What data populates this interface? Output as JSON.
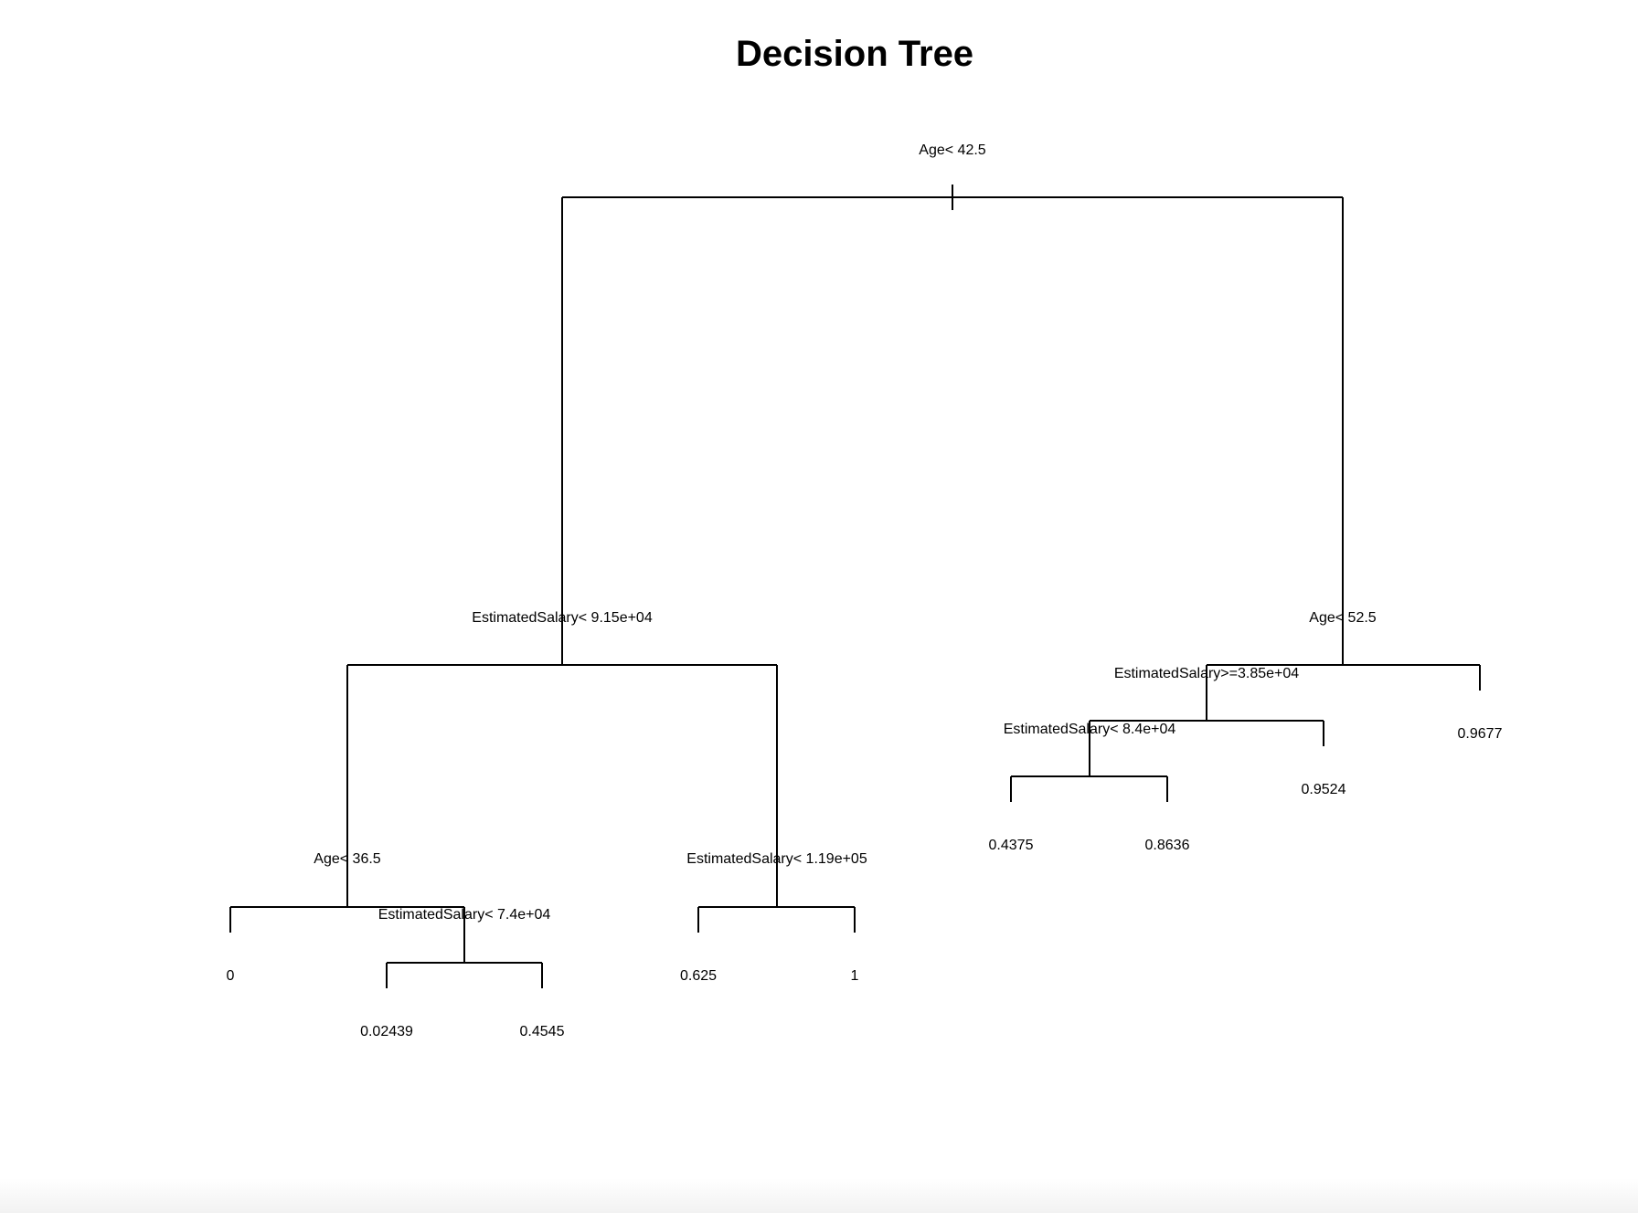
{
  "title": "Decision Tree",
  "line_color": "#000000",
  "background_color": "#ffffff",
  "tree": {
    "id": "root",
    "split": "Age< 42.5",
    "left": {
      "id": "salary-915",
      "split": "EstimatedSalary< 9.15e+04",
      "left": {
        "id": "age-365",
        "split": "Age< 36.5",
        "left": {
          "id": "leaf-0",
          "value": "0"
        },
        "right": {
          "id": "salary-74",
          "split": "EstimatedSalary< 7.4e+04",
          "left": {
            "id": "leaf-002439",
            "value": "0.02439"
          },
          "right": {
            "id": "leaf-04545",
            "value": "0.4545"
          }
        }
      },
      "right": {
        "id": "salary-119",
        "split": "EstimatedSalary< 1.19e+05",
        "left": {
          "id": "leaf-0625",
          "value": "0.625"
        },
        "right": {
          "id": "leaf-1",
          "value": "1"
        }
      }
    },
    "right": {
      "id": "age-525",
      "split": "Age< 52.5",
      "left": {
        "id": "salary-385",
        "split": "EstimatedSalary>=3.85e+04",
        "left": {
          "id": "salary-84",
          "split": "EstimatedSalary< 8.4e+04",
          "left": {
            "id": "leaf-04375",
            "value": "0.4375"
          },
          "right": {
            "id": "leaf-08636",
            "value": "0.8636"
          }
        },
        "right": {
          "id": "leaf-09524",
          "value": "0.9524"
        }
      },
      "right": {
        "id": "leaf-09677",
        "value": "0.9677"
      }
    }
  }
}
